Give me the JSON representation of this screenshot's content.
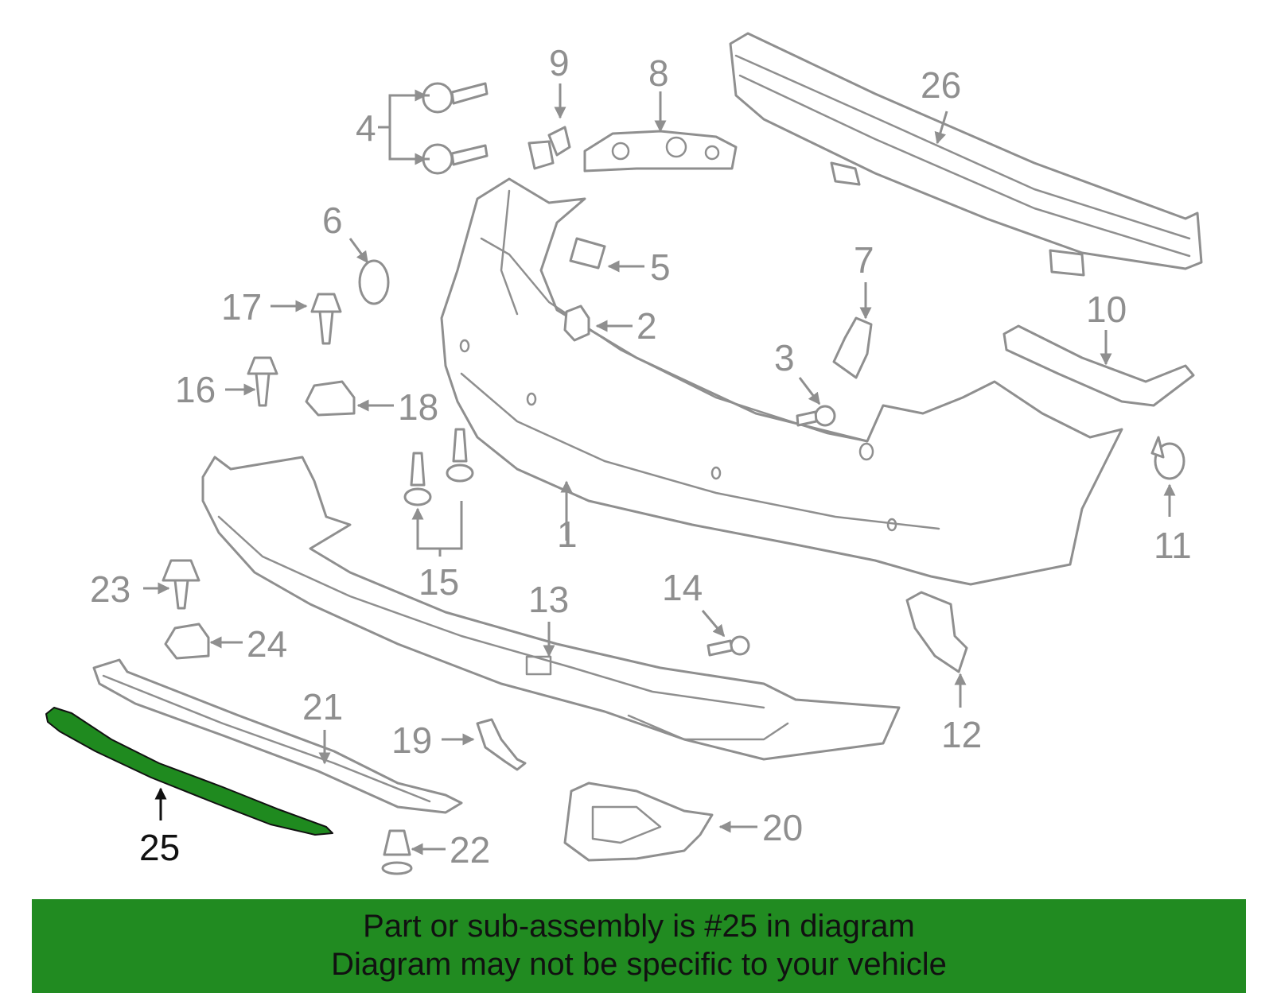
{
  "callouts": {
    "n1": "1",
    "n2": "2",
    "n3": "3",
    "n4": "4",
    "n5": "5",
    "n6": "6",
    "n7": "7",
    "n8": "8",
    "n9": "9",
    "n10": "10",
    "n11": "11",
    "n12": "12",
    "n13": "13",
    "n14": "14",
    "n15": "15",
    "n16": "16",
    "n17": "17",
    "n18": "18",
    "n19": "19",
    "n20": "20",
    "n21": "21",
    "n22": "22",
    "n23": "23",
    "n24": "24",
    "n25": "25",
    "n26": "26"
  },
  "highlighted_part": "25",
  "colors": {
    "line_art": "#8f8f8f",
    "highlight_fill": "#1f8a1f",
    "banner_bg": "#218b21",
    "text_dark": "#111111"
  },
  "banner": {
    "line1": "Part or sub-assembly is #25 in diagram",
    "line2": "Diagram may not be specific to your vehicle"
  }
}
